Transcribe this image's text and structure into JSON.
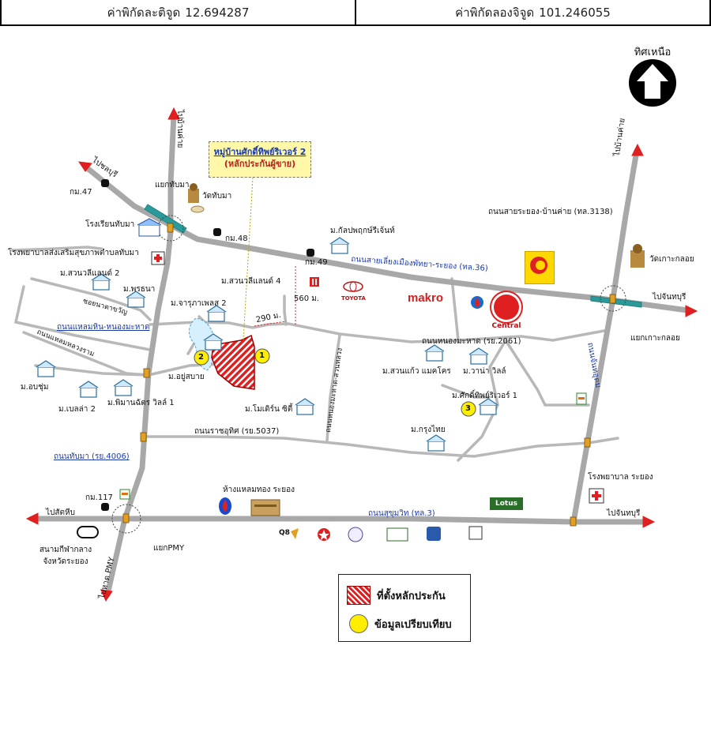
{
  "header": {
    "lat_label": "ค่าพิกัดละติจูด",
    "lat_value": "12.694287",
    "lng_label": "ค่าพิกัดลองจิจูด",
    "lng_value": "101.246055"
  },
  "north": {
    "label": "ทิศเหนือ"
  },
  "callout": {
    "line1": "หมู่บ้านศักดิ์ทิพย์ริเวอร์ 2",
    "line2": "(หลักประกันผู้ขาย)"
  },
  "labels": {
    "to_ban_khai_top": "ไปบ้านค่าย",
    "to_ban_khai_right": "ไปบ้านค่าย",
    "to_chonburi_nw": "ไปชลบุรี",
    "km47": "กม.47",
    "km48": "กม.48",
    "km49": "กม.49",
    "km117": "กม.117",
    "yaek_thap_ma": "แยกทับมา",
    "wat_thap_ma": "วัดทับมา",
    "school_thap_ma": "โรงเรียนทับมา",
    "hospital_thap_ma": "โรงพยาบาลส่งเสริมสุขภาพตำบลทับมา",
    "m_kanlapaphruek": "ม.กัลปพฤกษ์รีเจ้นท์",
    "m_suanwaliland2": "ม.สวนวลีแลนด์ 2",
    "m_suanwaliland4": "ม.สวนวลีแลนด์ 4",
    "m_phonthana": "ม.พรธนา",
    "m_charoenpol2": "ม.จารุภาเพลส 2",
    "m_yusabai": "ม.อยู่สบาย",
    "m_bansuk": "ม.อบชุ่ม",
    "m_bella2": "ม.เบลล่า 2",
    "m_phimanchat1": "ม.พิมานฉัตร วิลล์ 1",
    "m_modern_city": "ม.โมเดิร์น ซิตี้",
    "m_suankaeo": "ม.สวนแก้ว แมคโคร",
    "m_wana": "ม.วาน่า วิลล์",
    "m_sakthip1": "ม.ศักดิ์ทิพย์ริเวอร์ 1",
    "m_krungthai": "ม.กรุงไทย",
    "rd_sai_3138": "ถนนสายระยอง-บ้านค่าย (ทล.3138)",
    "rd_bypass_36": "ถนนสายเลี่ยงเมืองพัทยา-ระยอง (ทล.36)",
    "rd_nong_mahat": "ถนนหนองมะหาด (รย.2061)",
    "rd_laem_hin": "ถนนแหลมหิน-หนองมะหาด",
    "rd_ratchuthit": "ถนนราชอุทิศ (รย.5037)",
    "rd_thap_ma_4006": "ถนนทับมา (รย.4006)",
    "rd_sukhumvit": "ถนนสุขุมวิท (ทล.3)",
    "rd_chan_udom": "ถนนจันทอุดม",
    "rd_rayong_nongmahat": "ซอยนาตาขวัญ",
    "rd_tanlaemmarum": "ถนนแหลมหลวงราม",
    "rd_soi_mid": "ถนนหนองมะหาด-สวนหลวง",
    "to_chanthaburi_top": "ไปจันทบุรี",
    "to_chanthaburi_bot": "ไปจันทบุรี",
    "yaek_ko_kloi": "แยกเกาะกลอย",
    "wat_ko_kloi": "วัดเกาะกลอย",
    "dist_560": "560 ม.",
    "dist_290": "290 ม.",
    "hospital_rayong": "โรงพยาบาล ระยอง",
    "laemthong": "ห้างแหลมทอง ระยอง",
    "to_sattahip": "ไปสัตหีบ",
    "stadium": "สนามกีฬากลาง จังหวัดระยอง",
    "yaek_pmy": "แยกPMY",
    "to_pmy_beach": "ไปหาด PMY"
  },
  "brands": {
    "makro": "makro",
    "central": "Central",
    "toyota": "TOYOTA",
    "lotus": "Lotus",
    "q8": "Q8"
  },
  "markers": {
    "m1": "1",
    "m2": "2",
    "m3": "3"
  },
  "legend": {
    "collateral": "ที่ตั้งหลักประกัน",
    "comparison": "ข้อมูลเปรียบเทียบ"
  },
  "colors": {
    "road": "#a8a8a8",
    "road_secondary": "#b8b8b8",
    "collateral": "#e02020",
    "marker": "#ffee00",
    "arrow": "#e02020",
    "flyover": "#2a9a9a"
  }
}
